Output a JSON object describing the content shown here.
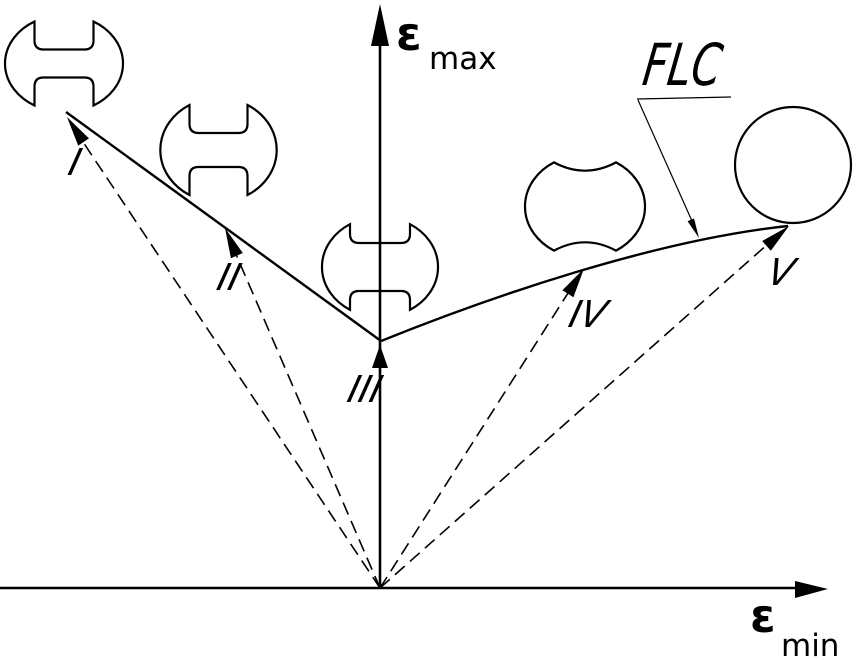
{
  "background": "#ffffff",
  "ink_color": "#000000",
  "y_axis": {
    "symbol": "ε",
    "subscript": "max"
  },
  "x_axis": {
    "symbol": "ε",
    "subscript": "min"
  },
  "flc_label": "FLC",
  "strain_paths": [
    {
      "label": "I",
      "specimen_icon": "waisted-blank-narrow-bridge-icon"
    },
    {
      "label": "II",
      "specimen_icon": "waisted-blank-medium-bridge-icon"
    },
    {
      "label": "III",
      "specimen_icon": "waisted-blank-wide-bridge-icon"
    },
    {
      "label": "IV",
      "specimen_icon": "blank-shallow-notches-icon"
    },
    {
      "label": "V",
      "specimen_icon": "full-circle-blank-icon"
    }
  ]
}
